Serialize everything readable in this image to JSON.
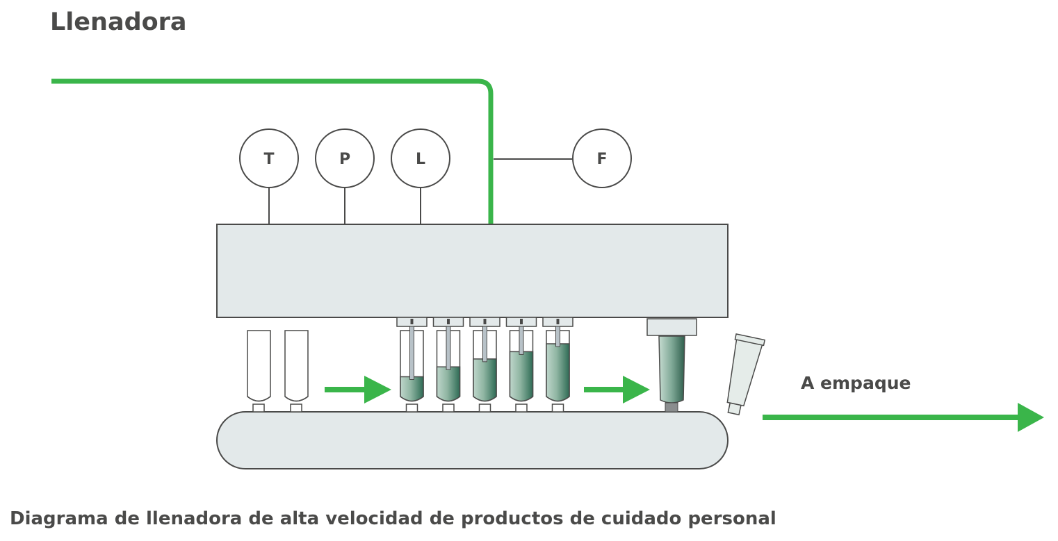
{
  "title": "Llenadora",
  "caption": "Diagrama de llenadora de alta velocidad de productos de cuidado personal",
  "instruments": [
    {
      "label": "T"
    },
    {
      "label": "P"
    },
    {
      "label": "L"
    },
    {
      "label": "F"
    }
  ],
  "output_label": "A empaque",
  "fill_levels": [
    0.3,
    0.45,
    0.57,
    0.68,
    0.8
  ],
  "colors": {
    "accent_green": "#3ab54a",
    "outline": "#4a4a49",
    "machine_fill": "#e3e9ea",
    "product_dark": "#2e6b55",
    "product_light": "#bfd6cb"
  }
}
